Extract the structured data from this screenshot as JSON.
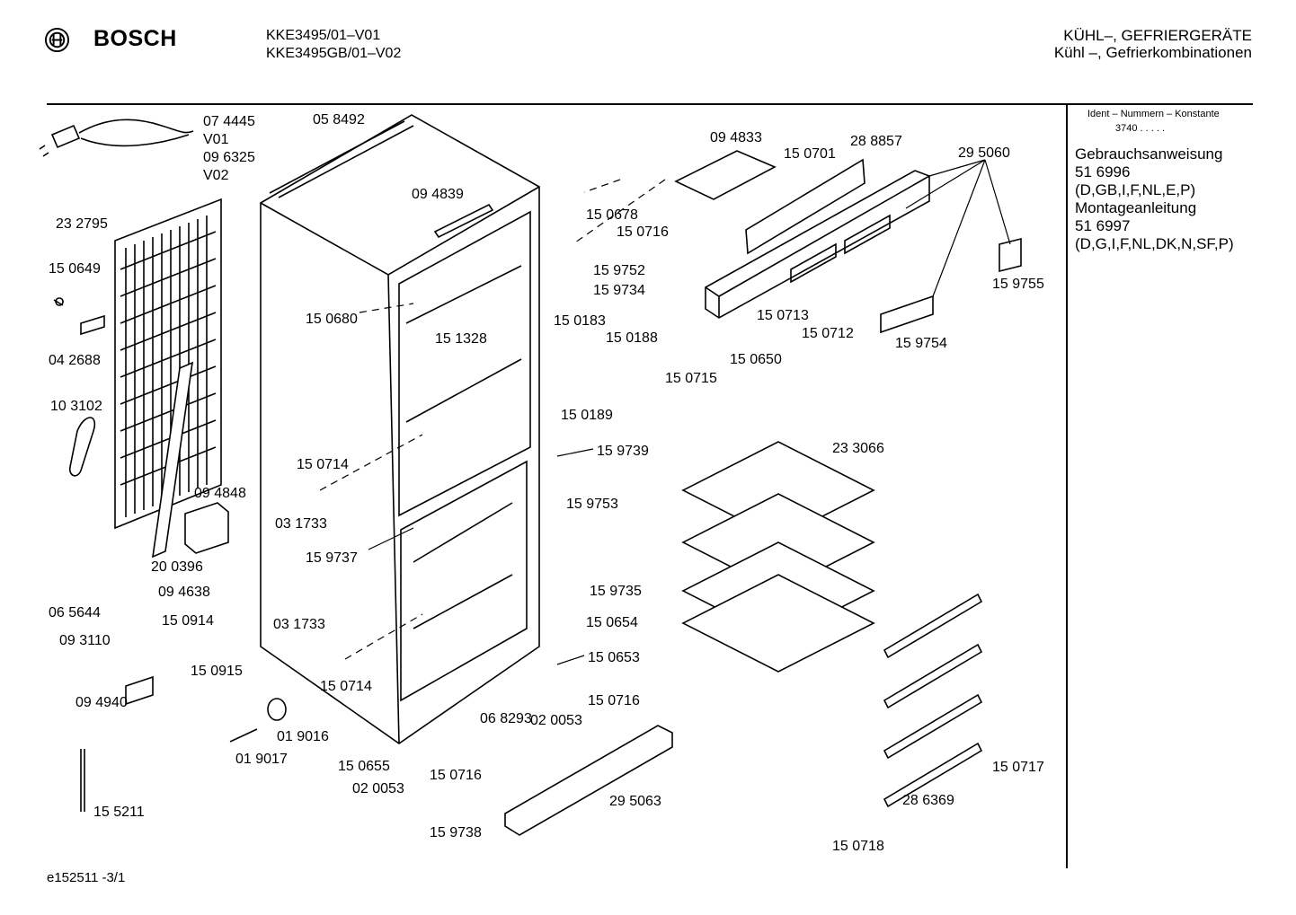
{
  "header": {
    "brand": "BOSCH",
    "models": [
      "KKE3495/01–V01",
      "KKE3495GB/01–V02"
    ],
    "category": [
      "KÜHL–, GEFRIERGERÄTE",
      "Kühl –, Gefrierkombinationen"
    ]
  },
  "sidebar": {
    "ident_label": "Ident – Nummern – Konstante",
    "ident_value": "3740 .  .  .  .  .",
    "lines": [
      "Gebrauchsanweisung",
      "51 6996",
      "(D,GB,I,F,NL,E,P)",
      "Montageanleitung",
      "51 6997",
      "(D,G,I,F,NL,DK,N,SF,P)"
    ]
  },
  "parts": [
    "07 4445",
    "V01",
    "09 6325",
    "V02",
    "05 8492",
    "23 2795",
    "15 0649",
    "04 2688",
    "10 3102",
    "09 4839",
    "15 0680",
    "15 1328",
    "15 0714",
    "03 1733",
    "09 4848",
    "20 0396",
    "15 9737",
    "09 4638",
    "15 0914",
    "06 5644",
    "09 3110",
    "03 1733",
    "15 0915",
    "15 0714",
    "09 4940",
    "01 9016",
    "01 9017",
    "15 0655",
    "02 0053",
    "15 0716",
    "06 8293",
    "02 0053",
    "15 0716",
    "15 0653",
    "15 9735",
    "15 0654",
    "15 9738",
    "29 5063",
    "15 5211",
    "09 4833",
    "15 0701",
    "28 8857",
    "29 5060",
    "15 0678",
    "15 0716",
    "15 9752",
    "15 9734",
    "15 0183",
    "15 0188",
    "15 0189",
    "15 0715",
    "15 0713",
    "15 0712",
    "15 0650",
    "15 9754",
    "15 9755",
    "15 9739",
    "15 9753",
    "23 3066",
    "15 0717",
    "28 6369",
    "15 0718"
  ],
  "footer": "e152511 -3/1"
}
